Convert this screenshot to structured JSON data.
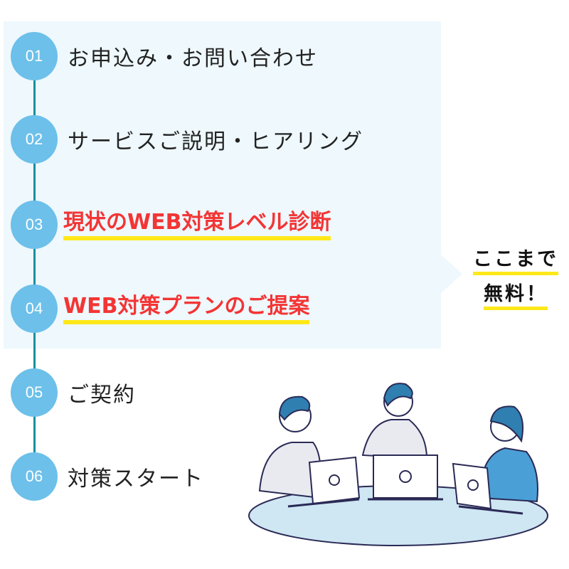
{
  "steps": [
    {
      "num": "01",
      "label": "お申込み・お問い合わせ",
      "highlight": false
    },
    {
      "num": "02",
      "label": "サービスご説明・ヒアリング",
      "highlight": false
    },
    {
      "num": "03",
      "label": "現状のWEB対策レベル診断",
      "highlight": true
    },
    {
      "num": "04",
      "label": "WEB対策プランのご提案",
      "highlight": true
    },
    {
      "num": "05",
      "label": "ご契約",
      "highlight": false
    },
    {
      "num": "06",
      "label": "対策スタート",
      "highlight": false
    }
  ],
  "callout": {
    "line1": "ここまで",
    "line2": "無料！"
  },
  "colors": {
    "accent": "#6cc0ea",
    "line": "#17909f",
    "highlight_text": "#f33535",
    "underline": "#ffe81a",
    "panel": "#eef8fd"
  }
}
